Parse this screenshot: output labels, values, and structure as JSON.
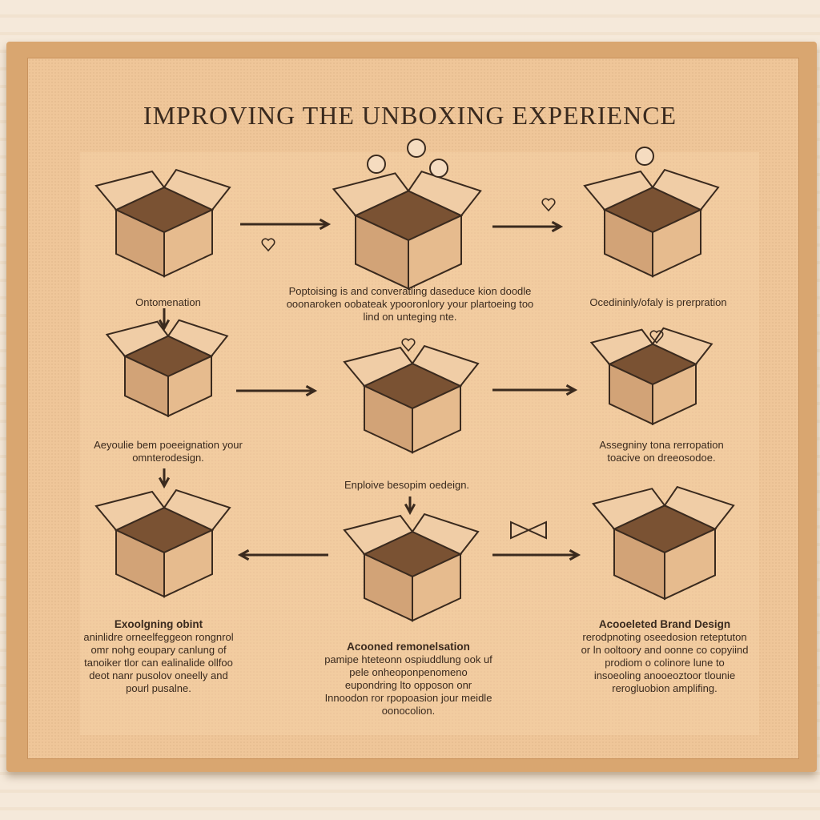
{
  "title": "IMPROVING THE  UNBOXING EXPERIENCE",
  "steps": [
    {
      "caption": "Ontomenation"
    },
    {
      "caption": "Poptoising is and converatling daseduce kion doodle ooonaroken oobateak ypooronlory your plartoeing too lind on unteging nte."
    },
    {
      "caption": "Ocedininly/ofaly is prerpration"
    },
    {
      "caption": "Aeyoulie bem poeeignation your omnterodesign."
    },
    {
      "caption": "Enploive besopim oedeign."
    },
    {
      "caption": "Assegniny tona rerropation toacive on dreeosodoe."
    },
    {
      "heading": "Exoolgning obint",
      "caption": "aninlidre orneelfeggeon rongnrol omr nohg eoupary canlung of tanoiker tlor can ealinalide ollfoo deot nanr pusolov oneelly and pourl pusalne."
    },
    {
      "heading": "Acooned remonelsation",
      "caption": "pamipe hteteonn ospiuddlung ook uf pele onheoponpenomeno eupondring lto opposon onr Innoodon ror rpopoasion jour meidle oonocolion."
    },
    {
      "heading": "Acooeleted Brand Design",
      "caption": "rerodpnoting oseedosion reteptuton or ln ooltoory and oonne co copyiind prodiom o colinore lune to insoeoling anooeoztoor tlounie rerogluobion amplifing."
    }
  ],
  "colors": {
    "panel": "#efc699",
    "ink": "#3a2a1e",
    "frame": "#d9a670"
  }
}
